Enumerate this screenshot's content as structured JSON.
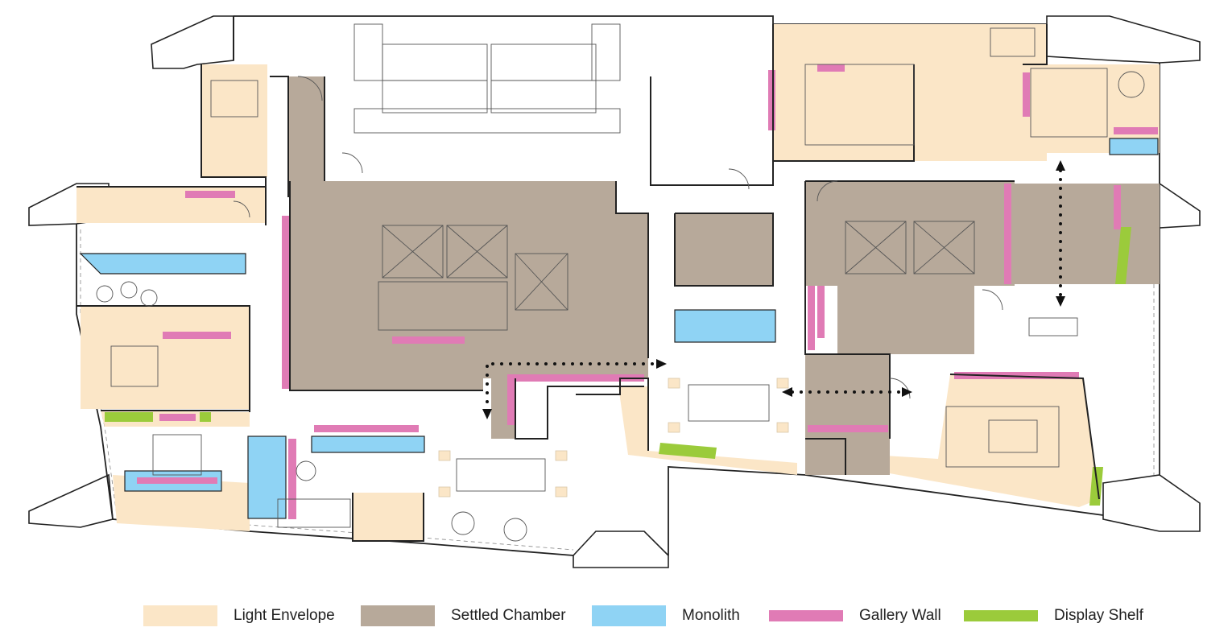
{
  "legend": [
    {
      "key": "light_envelope",
      "label": "Light Envelope",
      "color": "#fbe6c7"
    },
    {
      "key": "settled_chamber",
      "label": "Settled Chamber",
      "color": "#b7a99a"
    },
    {
      "key": "monolith",
      "label": "Monolith",
      "color": "#8fd3f4"
    },
    {
      "key": "gallery_wall",
      "label": "Gallery Wall",
      "color": "#e07bb5"
    },
    {
      "key": "display_shelf",
      "label": "Display Shelf",
      "color": "#9bcb3b"
    }
  ],
  "colors": {
    "wall": "#222222",
    "thin_line": "#555555",
    "circulation_arrow": "#111111"
  },
  "icons": {
    "circulation": "dotted-double-headed-arrow",
    "furniture": "outline-furniture-symbols"
  }
}
